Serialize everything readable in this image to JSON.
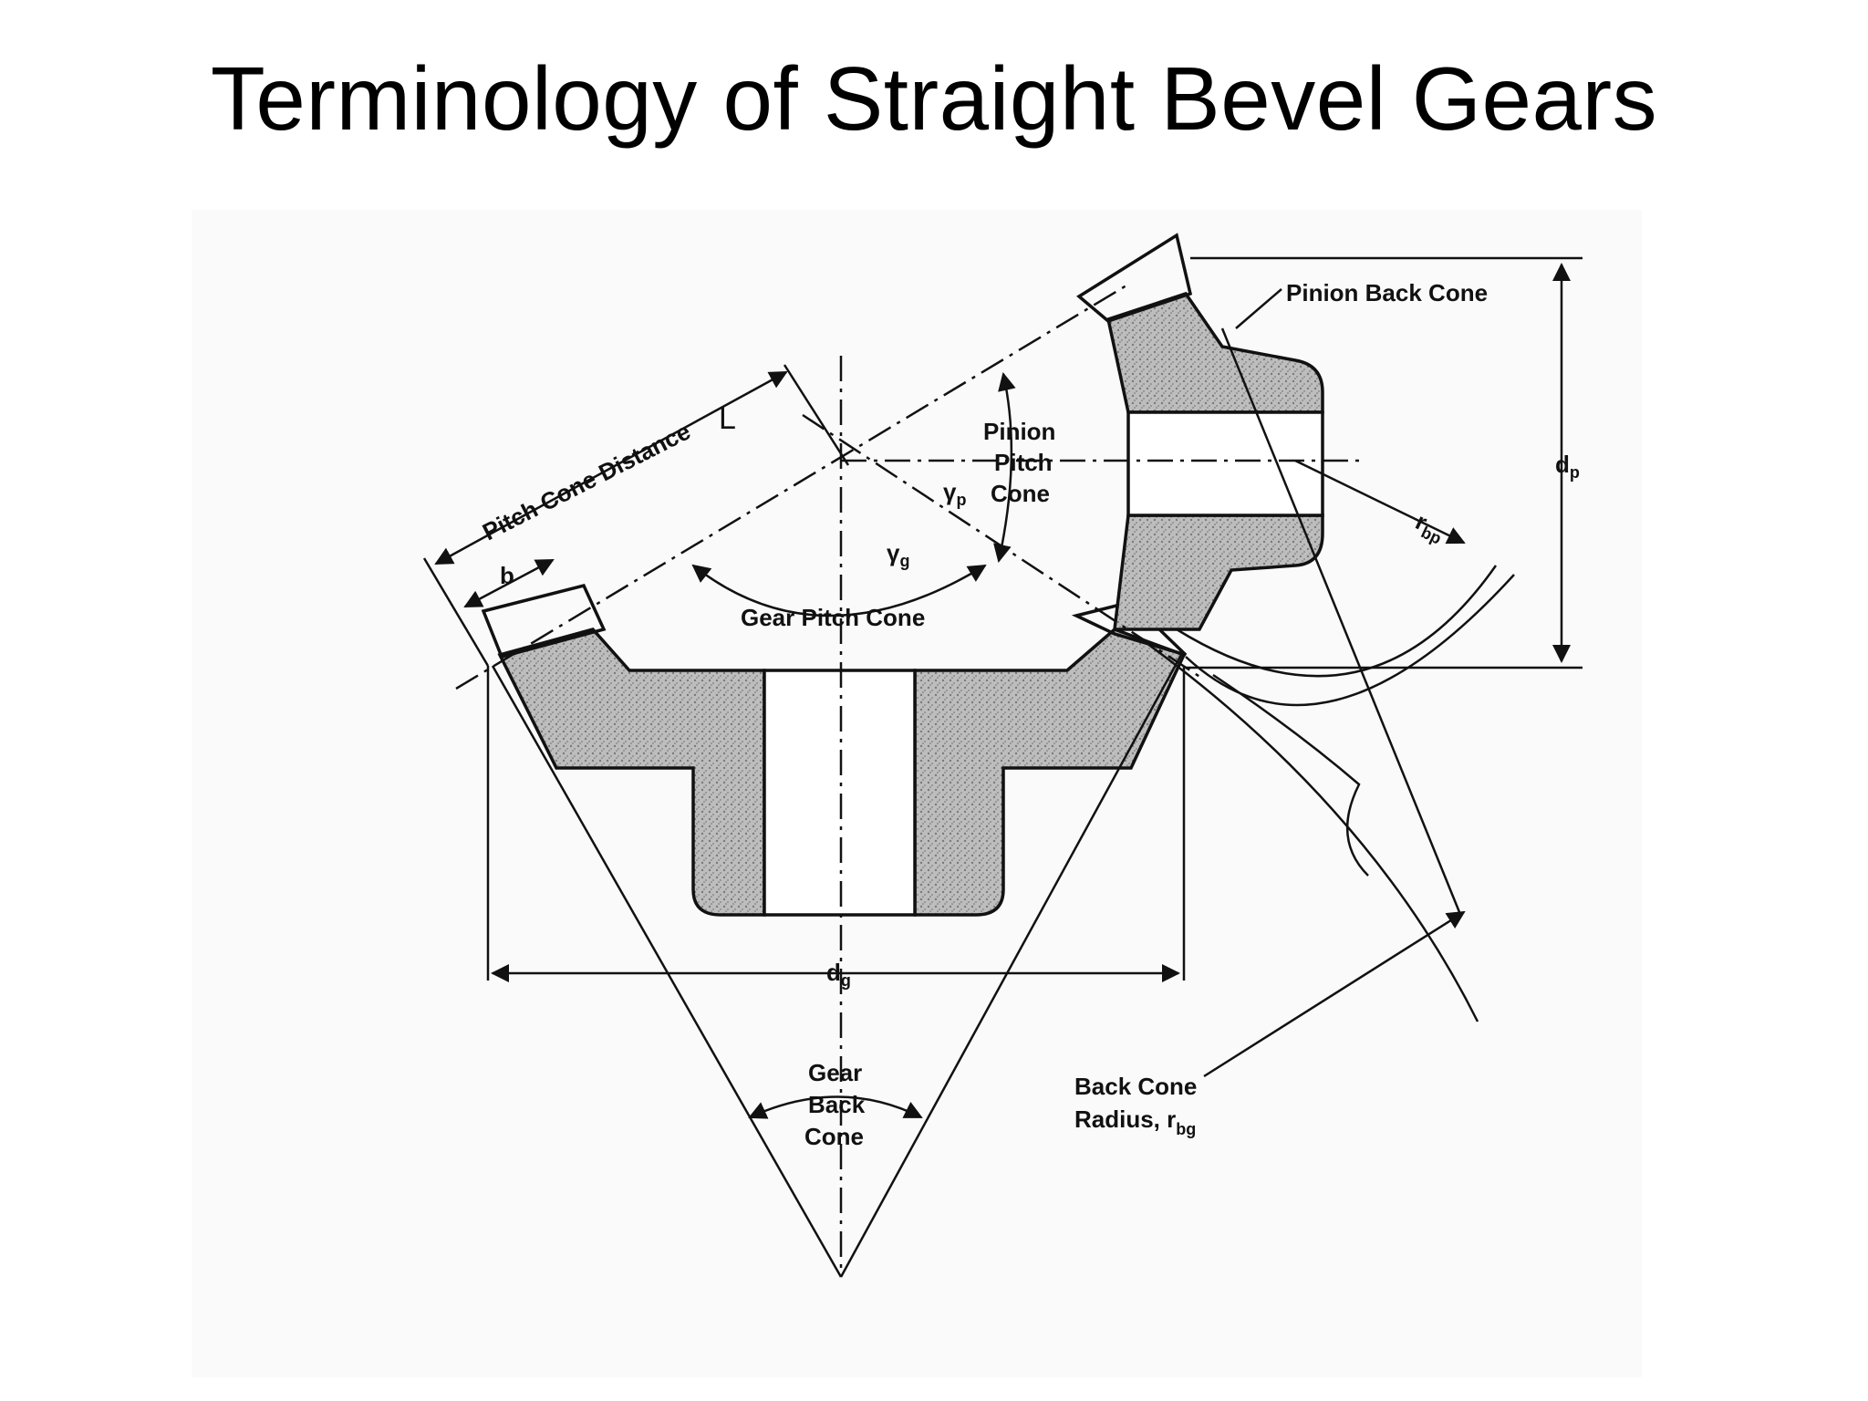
{
  "title": "Terminology of Straight Bevel Gears",
  "diagram": {
    "labels": {
      "pitch_cone_distance": "Pitch Cone Distance",
      "L": "L",
      "face_width": "b",
      "pinion_pitch_cone": [
        "Pinion",
        "Pitch",
        "Cone"
      ],
      "gamma_p": "γ",
      "gamma_p_sub": "p",
      "gamma_g": "γ",
      "gamma_g_sub": "g",
      "gear_pitch_cone": "Gear Pitch Cone",
      "pinion_back_cone": "Pinion Back Cone",
      "d_p": "d",
      "d_p_sub": "p",
      "r_bp": "r",
      "r_bp_sub": "bp",
      "d_g": "d",
      "d_g_sub": "g",
      "gear_back_cone": [
        "Gear",
        "Back",
        "Cone"
      ],
      "back_cone_radius": "Back Cone",
      "back_cone_radius_2": "Radius, r",
      "back_cone_radius_sub": "bg"
    }
  }
}
